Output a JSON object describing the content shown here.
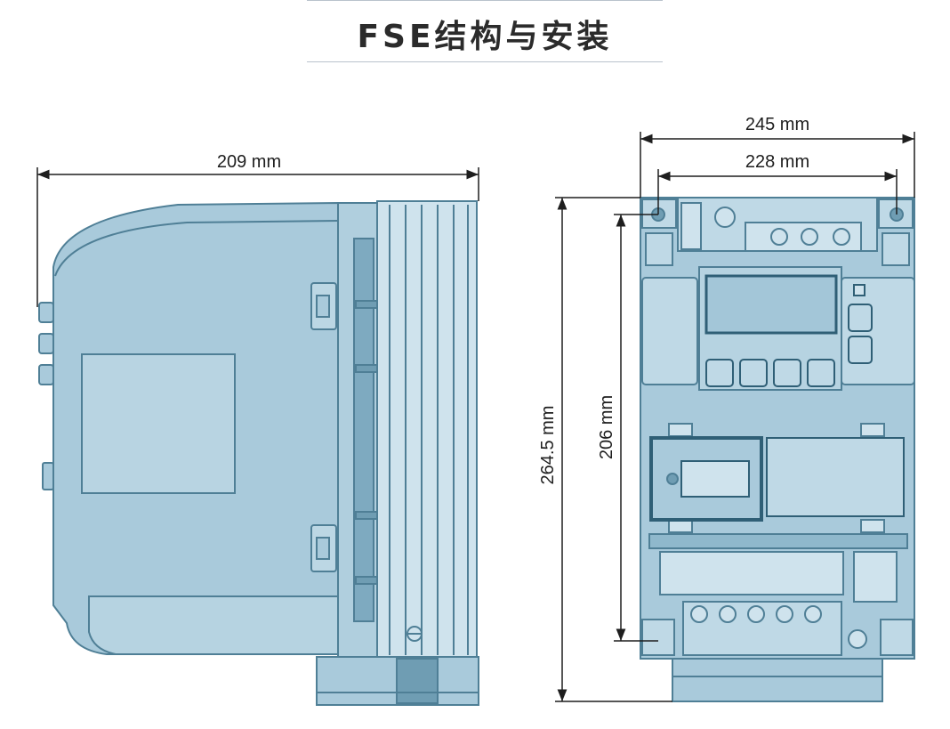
{
  "title": "FSE结构与安装",
  "dimensions": {
    "side_width": "209 mm",
    "front_width_outer": "245 mm",
    "front_width_inner": "228 mm",
    "front_height_outer": "264.5 mm",
    "front_height_inner": "206 mm"
  },
  "colors": {
    "body_fill": "#a9cadb",
    "body_stroke": "#4f7f96",
    "dark_fill": "#6f9db3",
    "panel_fill": "#bfd9e6",
    "line": "#1e1e1e"
  }
}
